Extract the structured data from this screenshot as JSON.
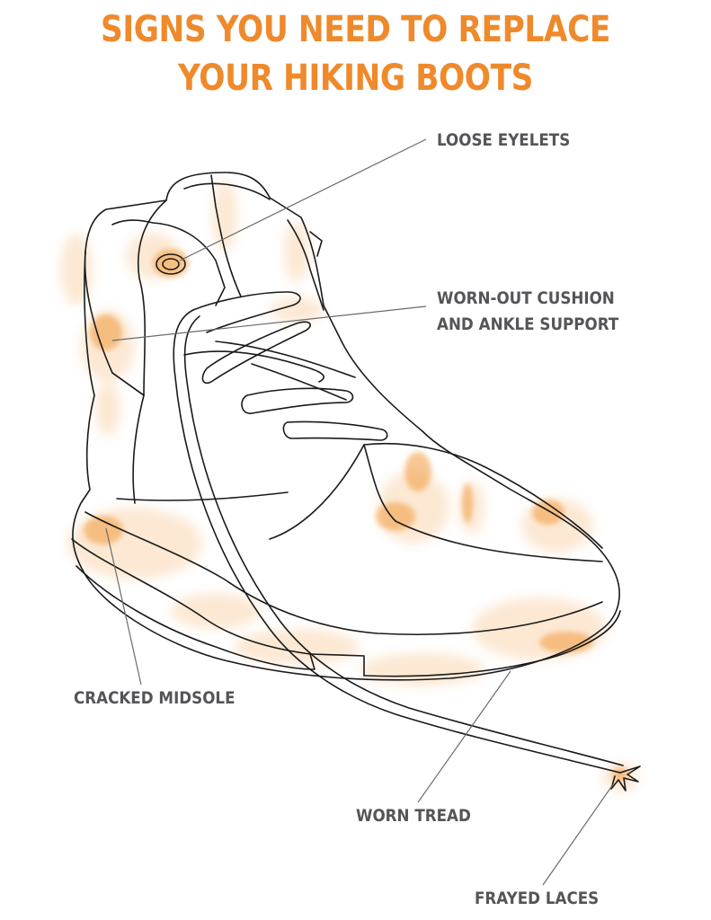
{
  "title": {
    "lines": [
      "SIGNS YOU NEED TO REPLACE",
      "YOUR HIKING BOOTS"
    ]
  },
  "callouts": {
    "loose_eyelets": "LOOSE EYELETS",
    "cushion_line1": "WORN-OUT CUSHION",
    "cushion_line2": "AND ANKLE SUPPORT",
    "cracked_midsole": "CRACKED MIDSOLE",
    "worn_tread": "WORN TREAD",
    "frayed_laces": "FRAYED LACES"
  },
  "colors": {
    "title": "#ee8a2c",
    "label": "#555559",
    "outline": "#1a1a1a",
    "leader": "#6b6b6b",
    "wear": "#f29a3c"
  },
  "icons": {
    "boot": "hiking-boot-illustration"
  }
}
